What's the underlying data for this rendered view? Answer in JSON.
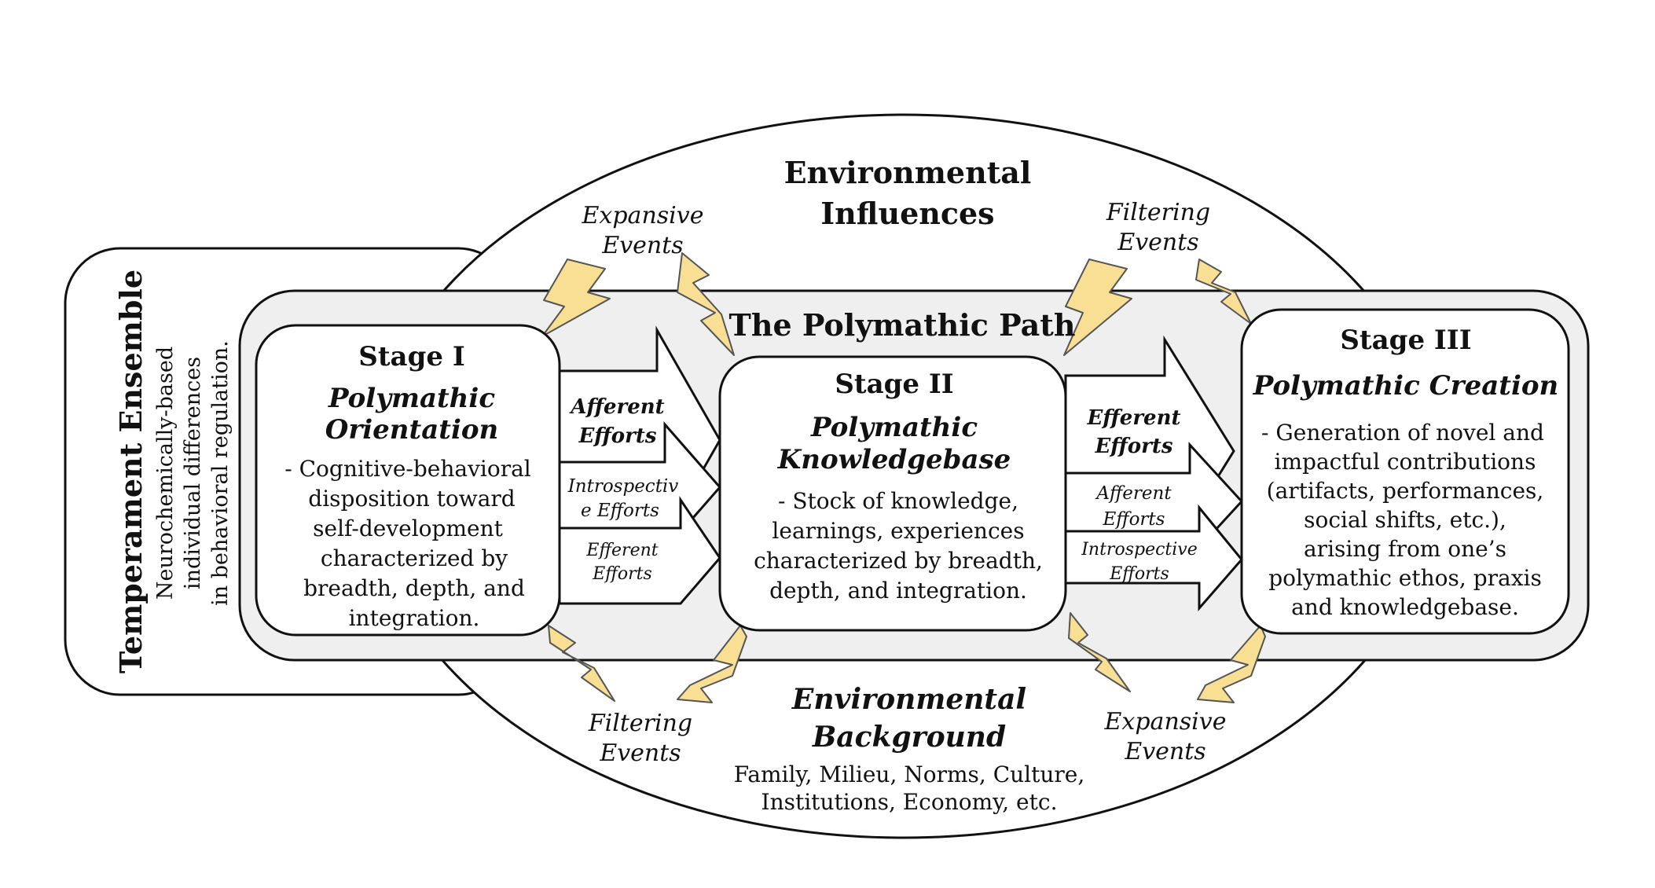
{
  "environment": {
    "influences_title_line1": "Environmental",
    "influences_title_line2": "Influences",
    "background_title_line1": "Environmental",
    "background_title_line2": "Background",
    "background_desc_line1": "Family, Milieu, Norms, Culture,",
    "background_desc_line2": "Institutions, Economy, etc."
  },
  "events": {
    "top_left_line1": "Expansive",
    "top_left_line2": "Events",
    "top_right_line1": "Filtering",
    "top_right_line2": "Events",
    "bottom_left_line1": "Filtering",
    "bottom_left_line2": "Events",
    "bottom_right_line1": "Expansive",
    "bottom_right_line2": "Events"
  },
  "temperament": {
    "title": "Temperament Ensemble",
    "desc_line1": "Neurochemically-based",
    "desc_line2": "individual differences",
    "desc_line3": "in behavioral regulation."
  },
  "path_title": "The Polymathic Path",
  "stage1": {
    "label": "Stage I",
    "name_line1": "Polymathic",
    "name_line2": "Orientation",
    "desc": [
      "- Cognitive-behavioral",
      "disposition toward",
      "self-development",
      "characterized by",
      "breadth, depth, and",
      "integration."
    ]
  },
  "stage2": {
    "label": "Stage II",
    "name_line1": "Polymathic",
    "name_line2": "Knowledgebase",
    "desc": [
      "- Stock of knowledge,",
      "learnings, experiences",
      "characterized by breadth,",
      "depth, and integration."
    ]
  },
  "stage3": {
    "label": "Stage III",
    "name": "Polymathic Creation",
    "desc": [
      "- Generation of novel and",
      "impactful contributions",
      "(artifacts, performances,",
      "social shifts, etc.),",
      "arising from one’s",
      "polymathic ethos, praxis",
      "and knowledgebase."
    ]
  },
  "efforts_left": {
    "afferent_line1": "Afferent",
    "afferent_line2": "Efforts",
    "introspective_line1": "Introspectiv",
    "introspective_line2": "e Efforts",
    "efferent_line1": "Efferent",
    "efferent_line2": "Efforts"
  },
  "efforts_right": {
    "efferent_line1": "Efferent",
    "efferent_line2": "Efforts",
    "afferent_line1": "Afferent",
    "afferent_line2": "Efforts",
    "introspective_line1": "Introspective",
    "introspective_line2": "Efforts"
  },
  "colors": {
    "bolt_fill": "#f8df93",
    "bolt_stroke": "#555555",
    "path_fill": "#efefef",
    "line": "#111111"
  }
}
